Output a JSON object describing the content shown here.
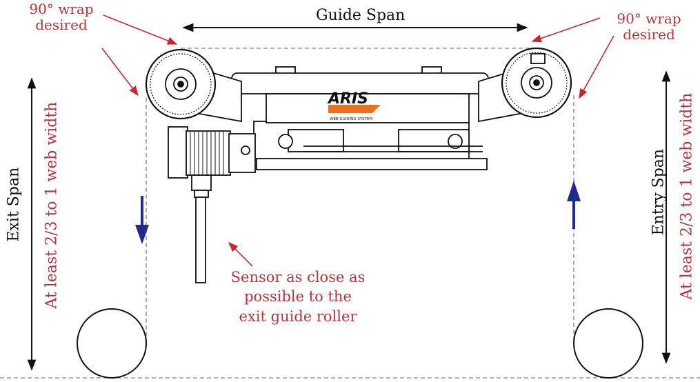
{
  "colors": {
    "annotation": "#b8323a",
    "arrow_red": "#d1222b",
    "flow_arrow": "#1f2a8a",
    "web_line": "#9a9a9a",
    "outline": "#111111",
    "logo_orange": "#e8731c"
  },
  "labels": {
    "guide_span": "Guide Span",
    "wrap_left_1": "90° wrap",
    "wrap_left_2": "desired",
    "wrap_right_1": "90° wrap",
    "wrap_right_2": "desired",
    "exit_span": "Exit Span",
    "exit_width": "At least 2/3 to 1 web width",
    "entry_span": "Entry Span",
    "entry_width": "At least 2/3 to 1 web width",
    "sensor_1": "Sensor as close as",
    "sensor_2": "possible to the",
    "sensor_3": "exit guide roller"
  },
  "logo": {
    "brand": "ARIS",
    "tagline": "WEB GUIDING SYSTEM"
  },
  "flow": {
    "exit_direction": "down",
    "entry_direction": "up"
  }
}
